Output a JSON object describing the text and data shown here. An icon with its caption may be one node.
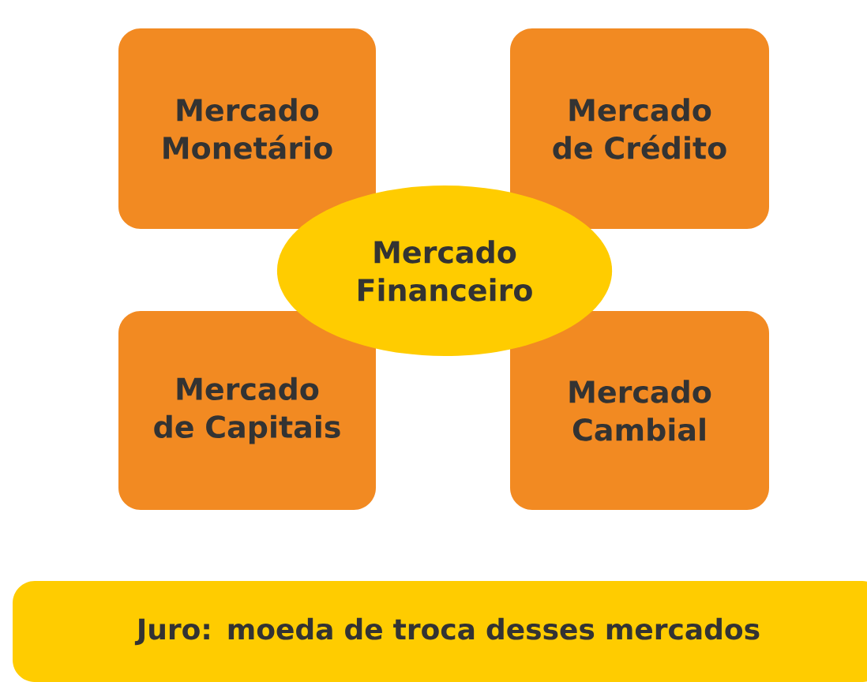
{
  "diagram": {
    "nodes": [
      {
        "text": [
          "Mercado Monetário"
        ]
      },
      {
        "text": [
          "Mercado de Crédito"
        ]
      },
      {
        "text": [
          "Mercado Financeiro"
        ]
      },
      {
        "text": [
          "Mercado de Capitais"
        ]
      },
      {
        "text": [
          "Mercado Cambial"
        ]
      },
      {
        "text": [
          "Juro: moeda de troca desses mercados"
        ]
      }
    ]
  }
}
